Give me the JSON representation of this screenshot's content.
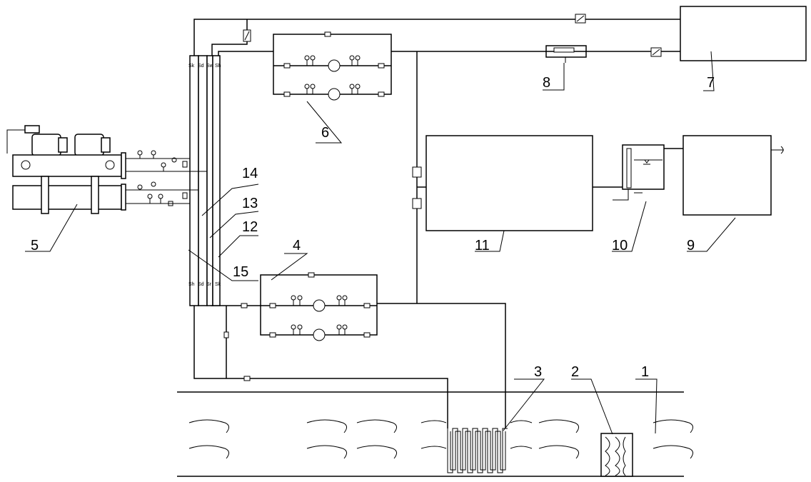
{
  "labels": {
    "l1": "1",
    "l2": "2",
    "l3": "3",
    "l4": "4",
    "l5": "5",
    "l6": "6",
    "l7": "7",
    "l8": "8",
    "l9": "9",
    "l10": "10",
    "l11": "11",
    "l12": "12",
    "l13": "13",
    "l14": "14",
    "l15": "15"
  },
  "header_tags": {
    "top": [
      "Sk",
      "Sd",
      "Sw",
      "Sh"
    ],
    "bottom": [
      "Sh",
      "Sd",
      "Sr",
      "Sk"
    ]
  },
  "stroke_color": "#000000",
  "background_color": "#ffffff"
}
